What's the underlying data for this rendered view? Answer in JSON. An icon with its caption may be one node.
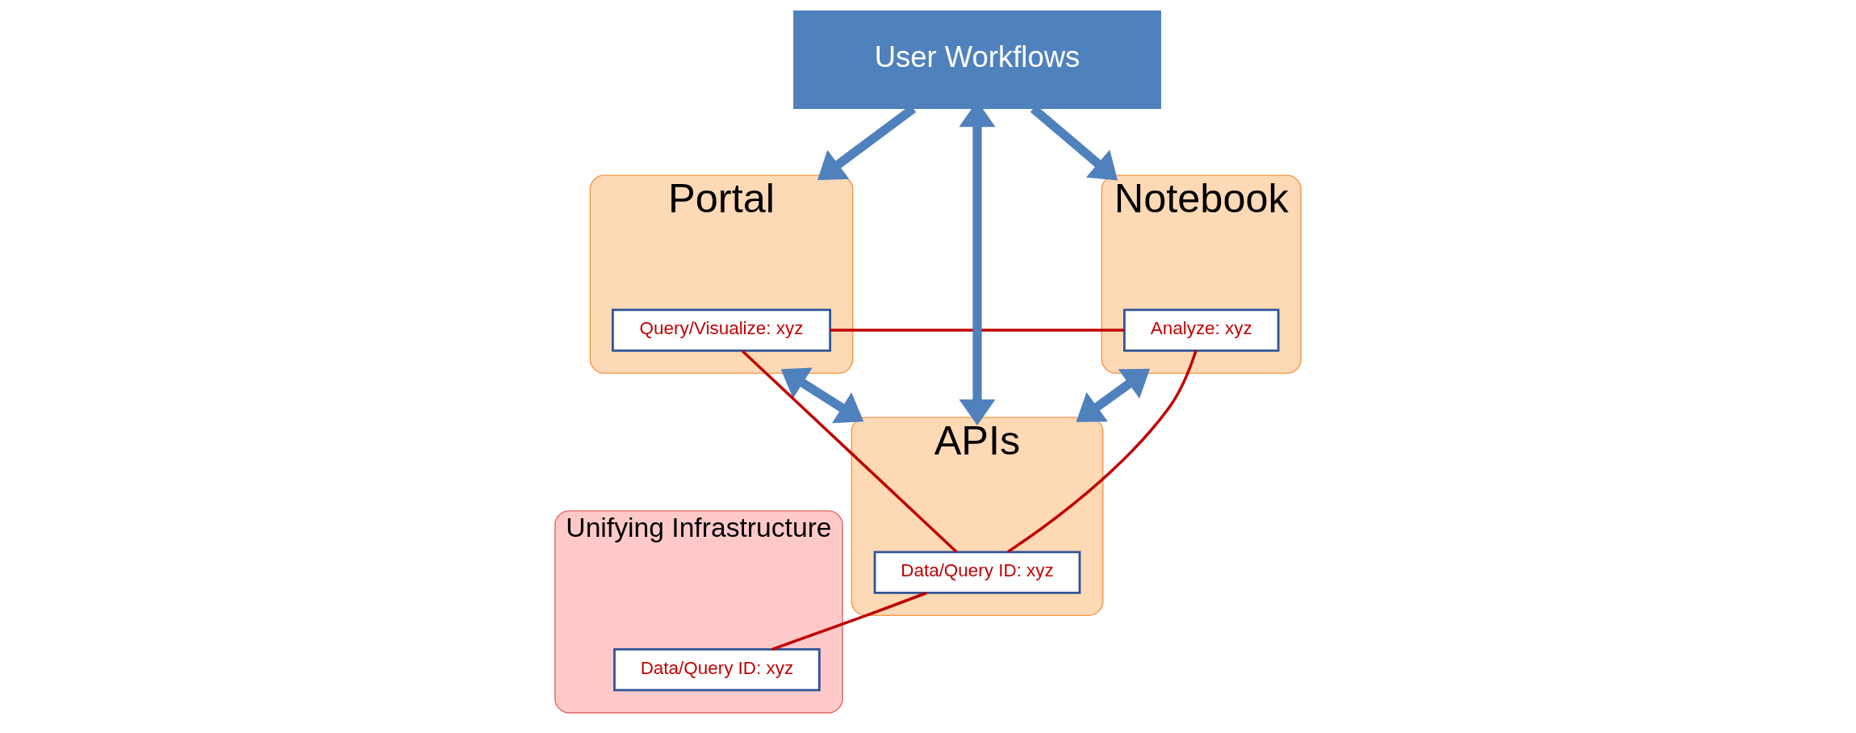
{
  "diagram": {
    "nodes": [
      {
        "text": [
          "Portal"
        ]
      },
      {
        "text": [
          "Query/Visualize: xyz"
        ],
        "in": 0
      },
      {
        "text": [
          "User Workflows"
        ]
      },
      {
        "text": [
          "Notebook"
        ]
      },
      {
        "text": [
          "Analyze: xyz"
        ],
        "in": 3
      },
      {
        "text": [
          "APIs"
        ]
      },
      {
        "text": [
          "Data/Query ID: xyz"
        ],
        "in": 5
      },
      {
        "text": [
          "Unifying Infrastructure"
        ]
      },
      {
        "text": [
          "Data/Query ID: xyz"
        ],
        "in": 7
      }
    ],
    "edges": [
      {
        "from": 2,
        "to": 0,
        "arrow": "to",
        "color": "#4f81bd"
      },
      {
        "from": 2,
        "to": 3,
        "arrow": "to",
        "color": "#4f81bd"
      },
      {
        "from": 2,
        "to": 5,
        "arrow": "both",
        "color": "#4f81bd"
      },
      {
        "from": 0,
        "to": 5,
        "arrow": "both",
        "color": "#4f81bd"
      },
      {
        "from": 3,
        "to": 5,
        "arrow": "both",
        "color": "#4f81bd"
      },
      {
        "from": 1,
        "to": 4,
        "arrow": "none",
        "color": "#c00000"
      },
      {
        "from": 1,
        "to": 6,
        "arrow": "none",
        "color": "#c00000"
      },
      {
        "from": 4,
        "to": 6,
        "arrow": "none",
        "color": "#c00000"
      },
      {
        "from": 6,
        "to": 8,
        "arrow": "none",
        "color": "#c00000"
      }
    ]
  }
}
